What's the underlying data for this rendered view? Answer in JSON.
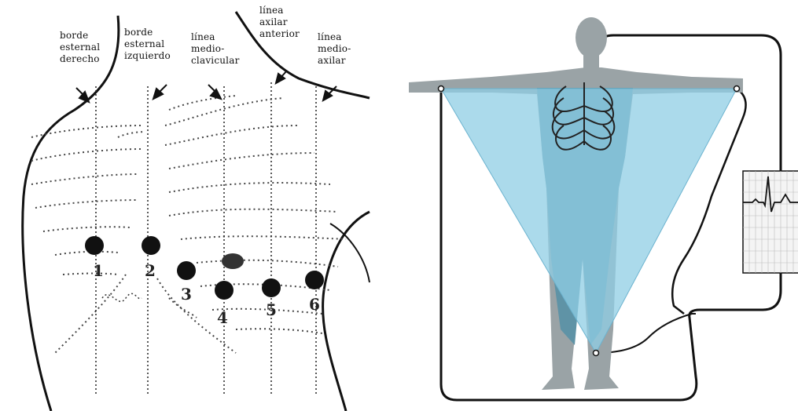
{
  "chest_diagram": {
    "reference_lines": [
      {
        "id": "borde-esternal-derecho",
        "lines": [
          "borde",
          "esternal",
          "derecho"
        ]
      },
      {
        "id": "borde-esternal-izquierdo",
        "lines": [
          "borde",
          "esternal",
          "izquierdo"
        ]
      },
      {
        "id": "linea-medio-clavicular",
        "lines": [
          "línea",
          "medio-",
          "clavicular"
        ]
      },
      {
        "id": "linea-axilar-anterior",
        "lines": [
          "línea",
          "axilar",
          "anterior"
        ]
      },
      {
        "id": "linea-medio-axilar",
        "lines": [
          "línea",
          "medio-",
          "axilar"
        ]
      }
    ],
    "electrodes": [
      {
        "id": "v1",
        "label": "1"
      },
      {
        "id": "v2",
        "label": "2"
      },
      {
        "id": "v3",
        "label": "3"
      },
      {
        "id": "v4",
        "label": "4"
      },
      {
        "id": "v5",
        "label": "5"
      },
      {
        "id": "v6",
        "label": "6"
      }
    ]
  },
  "einthoven_diagram": {
    "triangle_color": "#8fcde4",
    "body_color": "#9aa3a6",
    "torso_color": "#5f93a6"
  }
}
